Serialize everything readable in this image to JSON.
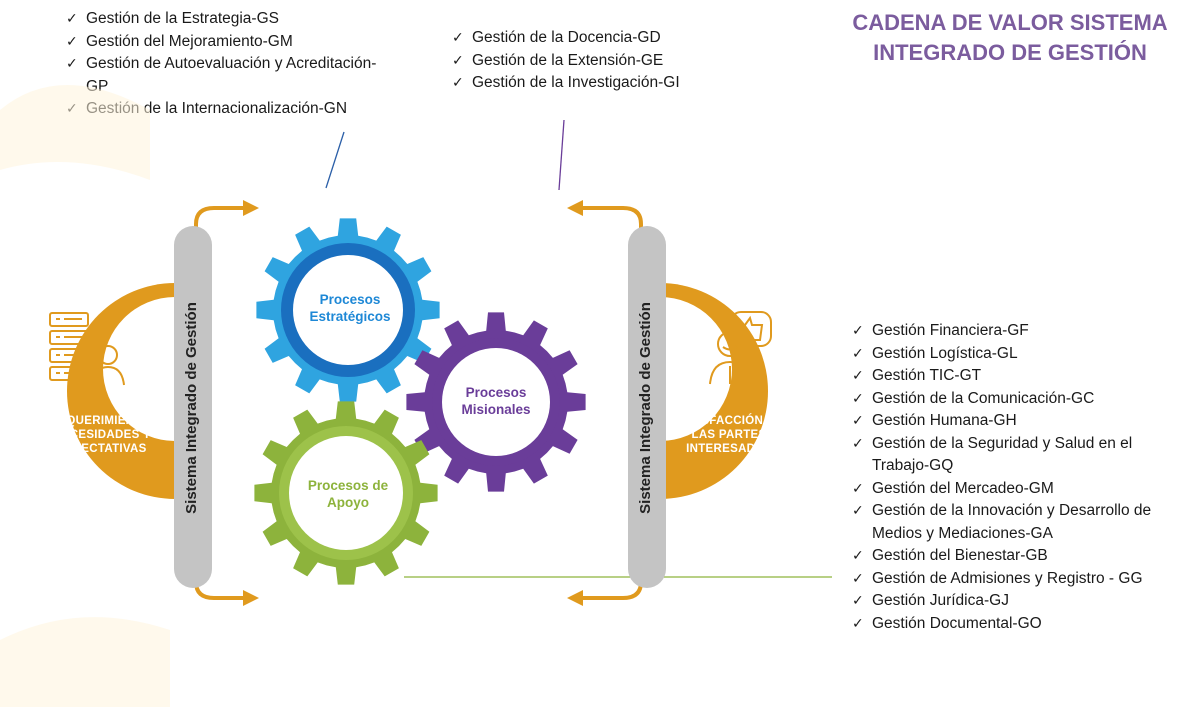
{
  "title": "CADENA DE VALOR SISTEMA INTEGRADO DE GESTIÓN",
  "colors": {
    "orange": "#e09a1e",
    "title_purple": "#7b5c9e",
    "gear_blue": "#2fa4e0",
    "gear_blue_dark": "#1a6fbf",
    "gear_purple": "#6a3d99",
    "gear_green": "#8db33c",
    "bar_gray": "#c4c4c4"
  },
  "strategic_list": [
    "Gestión de la Estrategia-GS",
    "Gestión del Mejoramiento-GM",
    "Gestión de Autoevaluación y Acreditación-GP",
    "Gestión de la Internacionalización-GN"
  ],
  "missional_list": [
    "Gestión de la Docencia-GD",
    "Gestión de la Extensión-GE",
    "Gestión de la Investigación-GI"
  ],
  "support_list": [
    "Gestión Financiera-GF",
    "Gestión Logística-GL",
    "Gestión TIC-GT",
    "Gestión de la Comunicación-GC",
    "Gestión Humana-GH",
    "Gestión de la Seguridad y Salud en el Trabajo-GQ",
    "Gestión del Mercadeo-GM",
    "Gestión de la Innovación y Desarrollo de Medios y Mediaciones-GA",
    "Gestión del Bienestar-GB",
    "Gestión de Admisiones y Registro - GG",
    "Gestión Jurídica-GJ",
    "Gestión Documental-GO"
  ],
  "gears": {
    "strategic": "Procesos Estratégicos",
    "missional": "Procesos Misionales",
    "support": "Procesos de Apoyo"
  },
  "left_badge": "REQUERIMIENTO, NECESIDADES Y EXPECTATIVAS",
  "right_badge": "SATISFACCIÓN DE LAS PARTES INTERESADAS",
  "vertical_bar": "Sistema Integrado de Gestión",
  "icons": {
    "left": "checklist-person-icon",
    "right": "thumbs-up-person-icon"
  }
}
